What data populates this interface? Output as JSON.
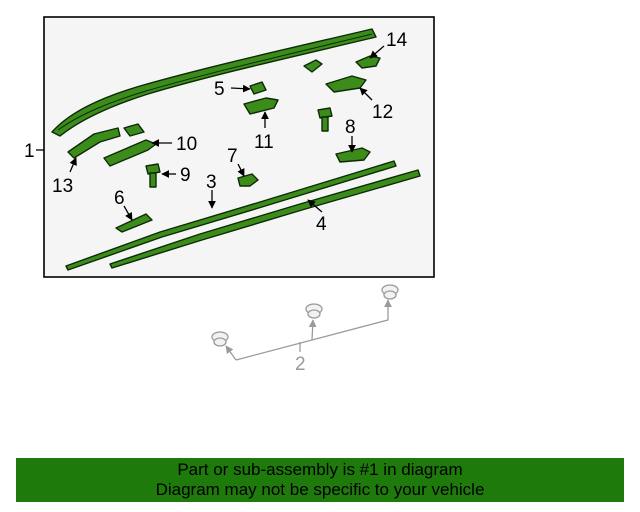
{
  "callouts": {
    "c1": "1",
    "c2": "2",
    "c3": "3",
    "c4": "4",
    "c5": "5",
    "c6": "6",
    "c7": "7",
    "c8": "8",
    "c9": "9",
    "c10": "10",
    "c11": "11",
    "c12": "12",
    "c13": "13",
    "c14": "14"
  },
  "banner": {
    "line1": "Part or sub-assembly is #1 in diagram",
    "line2": "Diagram may not be specific to your vehicle"
  },
  "colors": {
    "part_fill": "#3c8c1c",
    "banner_bg": "#1f7a0c",
    "muted": "#9a9a9a"
  }
}
